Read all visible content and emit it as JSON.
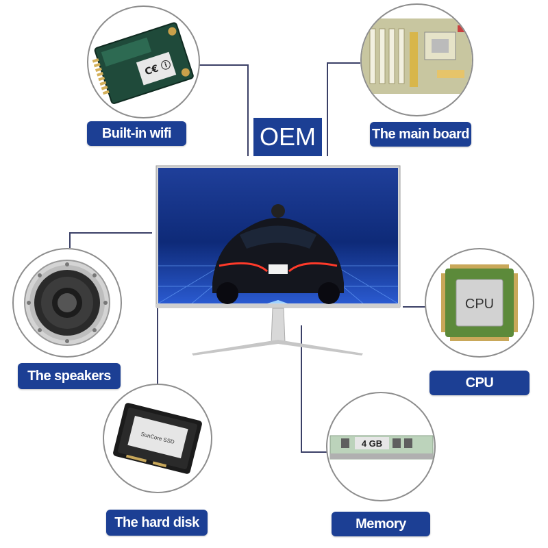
{
  "title": "OEM",
  "labels": {
    "wifi": "Built-in wifi",
    "mainboard": "The main board",
    "speakers": "The speakers",
    "cpu": "CPU",
    "harddisk": "The hard disk",
    "memory": "Memory"
  },
  "chips": {
    "cpu_text": "CPU",
    "memory_text": "4 GB",
    "ssd_text": "SunCore SSD"
  },
  "colors": {
    "label_bg": "#1c3f94",
    "connector_line": "#3a3f66"
  }
}
